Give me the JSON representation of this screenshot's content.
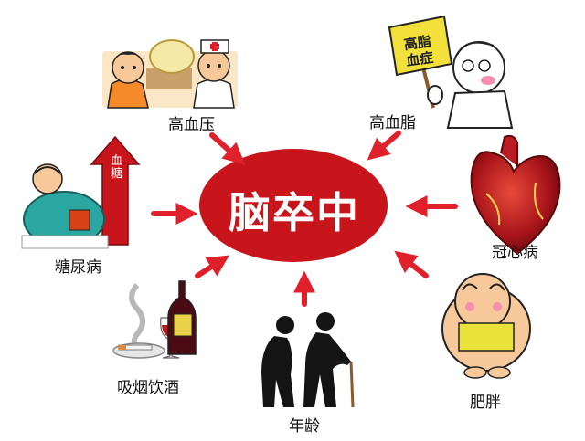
{
  "center": {
    "label": "脑卒中",
    "color": "#c8151b"
  },
  "factors": [
    {
      "key": "hypertension",
      "label": "高血压",
      "icon": "doctor-patient-icon"
    },
    {
      "key": "hyperlipidemia",
      "label": "高血脂",
      "icon": "protest-sign-man-icon"
    },
    {
      "key": "coronary",
      "label": "冠心病",
      "icon": "heart-icon"
    },
    {
      "key": "obesity",
      "label": "肥胖",
      "icon": "fat-person-icon"
    },
    {
      "key": "age",
      "label": "年龄",
      "icon": "elderly-couple-icon"
    },
    {
      "key": "smoking_drinking",
      "label": "吸烟饮酒",
      "icon": "cigarette-wine-icon"
    },
    {
      "key": "diabetes",
      "label": "糖尿病",
      "icon": "blood-sugar-arrow-icon"
    }
  ],
  "sign_text": "高脂血症",
  "sugar_arrow_text": "血糖",
  "wine_label_text": "",
  "arrow_color": "#e0202a"
}
